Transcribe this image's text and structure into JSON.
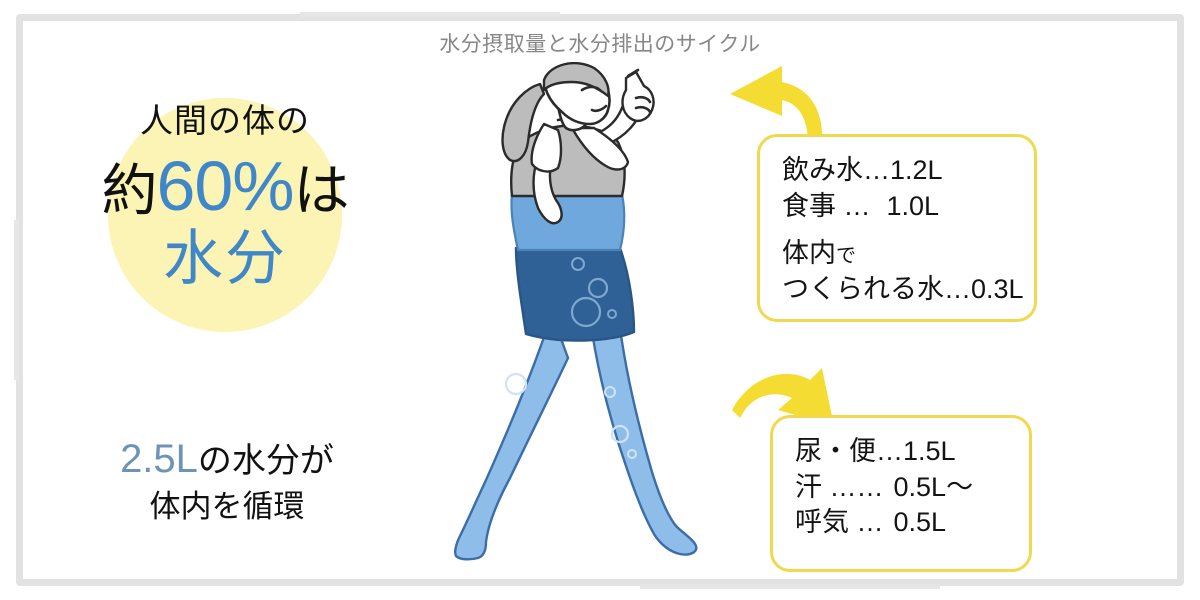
{
  "title": "水分摂取量と水分排出のサイクル",
  "headline": {
    "line1": "人間の体の",
    "line2_prefix": "約",
    "line2_value": "60%",
    "line2_suffix": "は",
    "line3": "水分"
  },
  "circulation": {
    "volume": "2.5L",
    "line1_rest": "の水分が",
    "line2": "体内を循環"
  },
  "intake_box": {
    "rows": [
      {
        "label": "飲み水…",
        "value": "1.2L"
      },
      {
        "label": "食事 …",
        "value": "1.0L"
      }
    ],
    "metabolic_line1": "体内",
    "metabolic_line1_small": "で",
    "metabolic_line2_label": "つくられる水…",
    "metabolic_line2_value": "0.3L"
  },
  "output_box": {
    "rows": [
      {
        "label": "尿・便…",
        "value": "1.5L"
      },
      {
        "label": "汗 ……",
        "value": "0.5L〜"
      },
      {
        "label": "呼気 …",
        "value": "0.5L"
      }
    ]
  },
  "arrows": {
    "intake_arrow": "curved-arrow-up-left-icon",
    "output_arrow": "curved-arrow-down-right-icon"
  },
  "illustration": {
    "name": "walking-woman-drinking-water-illustration"
  },
  "colors": {
    "accent_blue": "#3f87c9",
    "muted_blue": "#6d94b8",
    "highlight_yellow": "#fbf4b4",
    "callout_border": "#f0d94e",
    "arrow_yellow": "#f5dc32",
    "title_gray": "#878787",
    "frame_gray": "#e2e2e2",
    "skin_line": "#2b2b2b",
    "hair_gray": "#bcbcbc",
    "body_water_blue": "#8fbdea",
    "skirt_blue": "#2f6197",
    "top_light_blue": "#6fa8dc"
  }
}
